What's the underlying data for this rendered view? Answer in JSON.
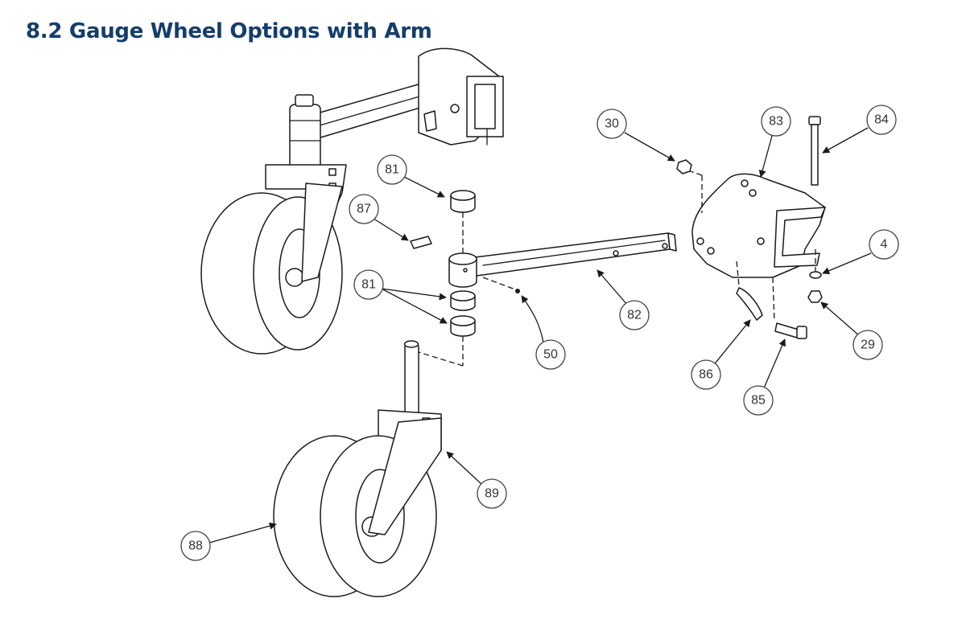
{
  "title": "8.2 Gauge Wheel Options with Arm",
  "callouts": [
    {
      "id": "30",
      "label": "30"
    },
    {
      "id": "83",
      "label": "83"
    },
    {
      "id": "84",
      "label": "84"
    },
    {
      "id": "81a",
      "label": "81"
    },
    {
      "id": "87",
      "label": "87"
    },
    {
      "id": "81b",
      "label": "81"
    },
    {
      "id": "4",
      "label": "4"
    },
    {
      "id": "82",
      "label": "82"
    },
    {
      "id": "29",
      "label": "29"
    },
    {
      "id": "50",
      "label": "50"
    },
    {
      "id": "86",
      "label": "86"
    },
    {
      "id": "85",
      "label": "85"
    },
    {
      "id": "89",
      "label": "89"
    },
    {
      "id": "88",
      "label": "88"
    }
  ]
}
